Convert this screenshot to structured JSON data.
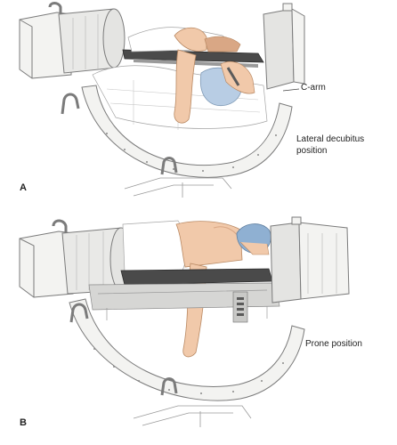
{
  "panels": [
    {
      "letter": "A",
      "labels": [
        "C-arm",
        "Lateral decubitus",
        "position"
      ]
    },
    {
      "letter": "B",
      "labels": [
        "Prone position"
      ]
    }
  ],
  "colors": {
    "machine_fill": "#f3f3f1",
    "machine_stroke": "#7b7b7b",
    "detector_fill": "#e4e4e2",
    "table_dark": "#4a4a4a",
    "skin": "#f1c9aa",
    "skin_shadow": "#d9a785",
    "drape": "#ffffff",
    "blue_pillow": "#b8cde4",
    "cap": "#8fb0d2"
  }
}
